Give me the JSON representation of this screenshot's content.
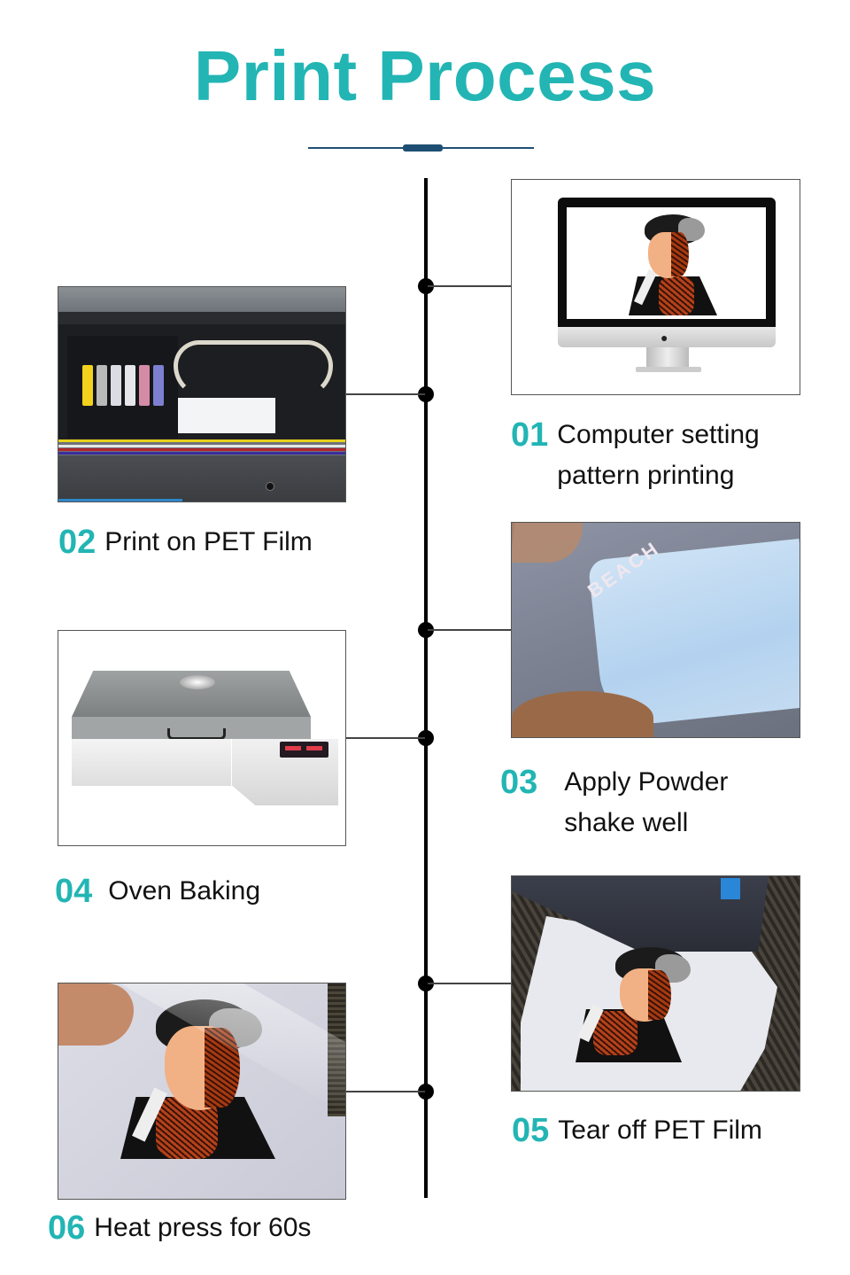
{
  "header": {
    "title": "Print Process"
  },
  "colors": {
    "accent": "#22b5b4",
    "divider": "#1e4f72",
    "timeline": "#000000",
    "text": "#111111"
  },
  "steps": [
    {
      "number": "01",
      "lines": [
        "Computer setting",
        "pattern printing"
      ],
      "side": "right",
      "image": "computer-monitor-with-cartoon-design"
    },
    {
      "number": "02",
      "lines": [
        "Print on PET Film"
      ],
      "side": "left",
      "image": "printer-printhead-carriage"
    },
    {
      "number": "03",
      "lines": [
        "Apply Powder",
        "shake well"
      ],
      "side": "right",
      "image": "pet-film-with-powder"
    },
    {
      "number": "04",
      "lines": [
        "Oven Baking"
      ],
      "side": "left",
      "image": "curing-oven"
    },
    {
      "number": "05",
      "lines": [
        "Tear off PET Film"
      ],
      "side": "right",
      "image": "tshirt-under-heat-press"
    },
    {
      "number": "06",
      "lines": [
        "Heat press for 60s"
      ],
      "side": "left",
      "image": "peeling-film-from-tshirt"
    }
  ]
}
